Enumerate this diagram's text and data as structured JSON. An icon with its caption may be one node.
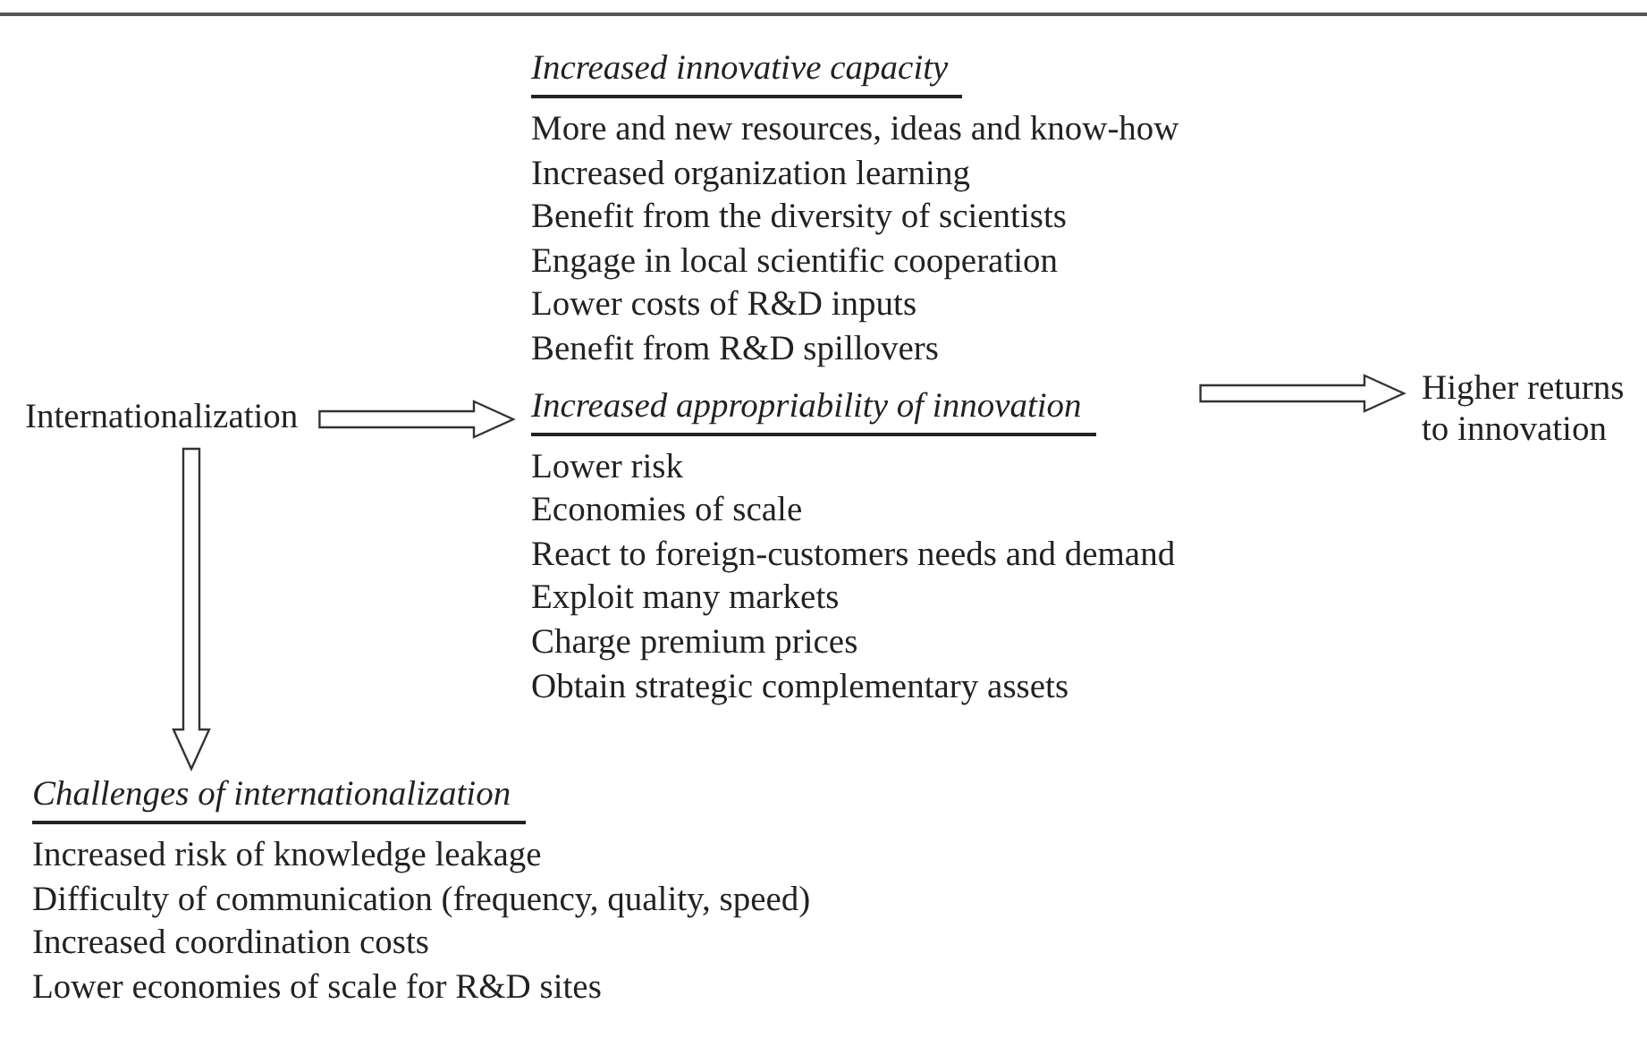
{
  "diagram": {
    "nodes": [
      {
        "text": [
          "Internationalization"
        ]
      },
      {
        "text": [
          "Increased innovative capacity",
          "More and new resources, ideas and know-how",
          "Increased organization learning",
          "Benefit from the diversity of scientists",
          "Engage in local scientific cooperation",
          "Lower costs of R&D inputs",
          "Benefit from R&D spillovers",
          "Increased appropriability of innovation",
          "Lower risk",
          "Economies of scale",
          "React to foreign-customers needs and demand",
          "Exploit many markets",
          "Charge premium prices",
          "Obtain strategic complementary assets"
        ]
      },
      {
        "text": [
          "Higher returns to innovation"
        ]
      },
      {
        "text": [
          "Challenges of internationalization",
          "Increased risk of knowledge leakage",
          "Difficulty of communication (frequency, quality, speed)",
          "Increased coordination costs",
          "Lower economies of scale for R&D sites"
        ]
      }
    ],
    "edges": [
      {
        "from": 0,
        "to": 1,
        "arrow": "to"
      },
      {
        "from": 1,
        "to": 2,
        "arrow": "to"
      },
      {
        "from": 0,
        "to": 3,
        "arrow": "to"
      }
    ]
  }
}
